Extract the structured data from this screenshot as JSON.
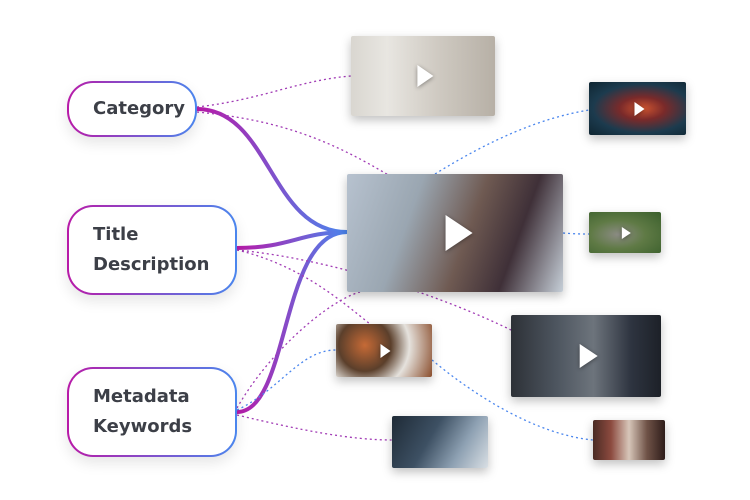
{
  "labels": {
    "category": "Category",
    "title": "Title",
    "description": "Description",
    "metadata": "Metadata",
    "keywords": "Keywords"
  },
  "colors": {
    "gradient_start": "#b81aa8",
    "gradient_end": "#4a86ee",
    "dotted_purple": "#a13bb5",
    "dotted_blue": "#4a86ee"
  },
  "videos": [
    {
      "id": "yoga",
      "icon": "play-icon"
    },
    {
      "id": "octopus",
      "icon": "play-icon"
    },
    {
      "id": "basketball",
      "icon": "play-icon"
    },
    {
      "id": "koala",
      "icon": "play-icon"
    },
    {
      "id": "food",
      "icon": "play-icon"
    },
    {
      "id": "press-conference",
      "icon": "play-icon"
    },
    {
      "id": "laptop"
    },
    {
      "id": "clothes-rack"
    }
  ]
}
